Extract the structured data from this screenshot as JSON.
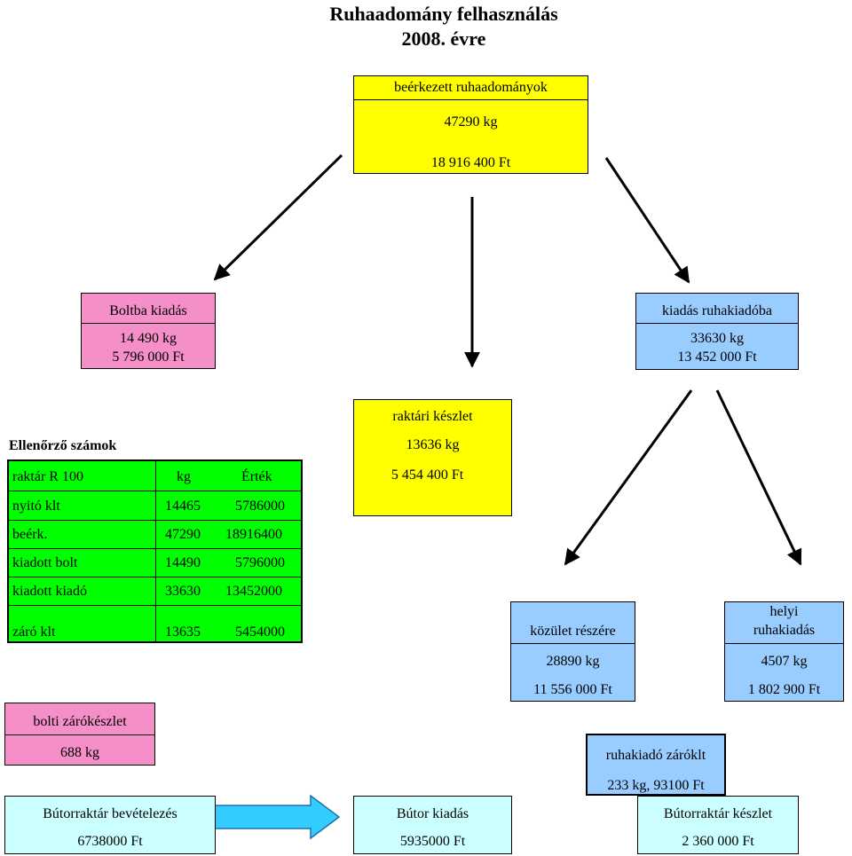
{
  "title": {
    "line1": "Ruhaadomány  felhasználás",
    "line2": "2008.  évre"
  },
  "donations": {
    "label": "beérkezett ruhaadományok",
    "kg": "47290 kg",
    "ft": "18 916 400 Ft"
  },
  "shop": {
    "label": "Boltba kiadás",
    "kg": "14 490 kg",
    "ft": "5 796 000 Ft"
  },
  "distribution": {
    "label": "kiadás ruhakiadóba",
    "kg": "33630 kg",
    "ft": "13 452 000 Ft"
  },
  "stock": {
    "label": "raktári készlet",
    "kg": "13636 kg",
    "ft": "5 454 400 Ft"
  },
  "control": {
    "heading": "Ellenőrző számok",
    "header": [
      "raktár R 100",
      "kg",
      "Érték"
    ],
    "rows": [
      [
        "nyitó klt",
        "14465",
        "5786000"
      ],
      [
        "beérk.",
        "47290",
        "18916400"
      ],
      [
        "kiadott  bolt",
        "14490",
        "5796000"
      ],
      [
        "kiadott kiadó",
        "33630",
        "13452000"
      ],
      [
        "záró klt",
        "13635",
        "5454000"
      ]
    ]
  },
  "community": {
    "label": "közület részére",
    "kg": "28890 kg",
    "ft": "11 556 000 Ft"
  },
  "local": {
    "label_line1": "helyi",
    "label_line2": "ruhakiadás",
    "kg": "4507 kg",
    "ft": "1 802 900 Ft"
  },
  "shop_closing": {
    "label": "bolti zárókészlet",
    "kg": "688 kg"
  },
  "dist_closing": {
    "label": "ruhakiadó záróklt",
    "value": "233 kg, 93100 Ft"
  },
  "furniture_in": {
    "label": "Bútorraktár bevételezés",
    "ft": "6738000 Ft"
  },
  "furniture_out": {
    "label": "Bútor kiadás",
    "ft": "5935000 Ft"
  },
  "furniture_stock": {
    "label": "Bútorraktár készlet",
    "ft": "2 360 000 Ft"
  },
  "colors": {
    "yellow": "#ffff00",
    "pink": "#f48fc8",
    "blue": "#99ccff",
    "cyan": "#ccffff",
    "green": "#00ff00",
    "arrow_blue": "#33ccff"
  }
}
